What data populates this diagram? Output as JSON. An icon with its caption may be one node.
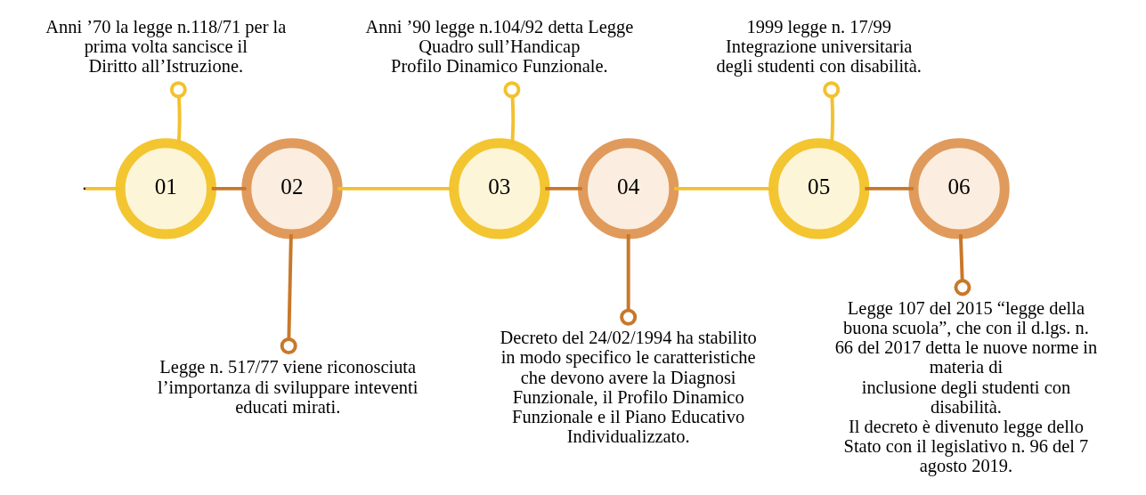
{
  "diagram": {
    "nodes": [
      {
        "text": [
          "01"
        ]
      },
      {
        "text": [
          "02"
        ]
      },
      {
        "text": [
          "03"
        ]
      },
      {
        "text": [
          "04"
        ]
      },
      {
        "text": [
          "05"
        ]
      },
      {
        "text": [
          "06"
        ]
      },
      {
        "text": [
          "Anni ’70 la legge n.118/71 per la prima volta sancisce il",
          "Diritto all’Istruzione."
        ]
      },
      {
        "text": [
          "Legge n. 517/77 viene riconosciuta l’importanza di sviluppare inteventi educati mirati."
        ]
      },
      {
        "text": [
          "Anni ’90 legge n.104/92 detta Legge Quadro sull’Handicap",
          "Profilo Dinamico Funzionale."
        ]
      },
      {
        "text": [
          "Decreto del 24/02/1994 ha stabilito in modo specifico le caratteristiche che devono avere la Diagnosi Funzionale, il Profilo Dinamico Funzionale e il Piano Educativo Individualizzato."
        ]
      },
      {
        "text": [
          "1999 legge n. 17/99",
          "Integrazione universitaria",
          "degli studenti con disabilità."
        ]
      },
      {
        "text": [
          "Legge 107 del 2015 “legge della buona scuola”, che con il d.lgs. n. 66 del 2017 detta le nuove norme in materia di",
          "inclusione degli studenti con disabilità.",
          "Il decreto è divenuto legge dello Stato con il legislativo n. 96 del 7 agosto 2019."
        ]
      }
    ],
    "edges": [
      {
        "from": null,
        "to": 0,
        "arrow": "none",
        "color": "#f2c12e"
      },
      {
        "from": 0,
        "to": 1,
        "arrow": "none",
        "color": "#c8782a"
      },
      {
        "from": 1,
        "to": 2,
        "arrow": "none",
        "color": "#f2c12e"
      },
      {
        "from": 2,
        "to": 3,
        "arrow": "none",
        "color": "#c8782a"
      },
      {
        "from": 3,
        "to": 4,
        "arrow": "none",
        "color": "#f2c12e"
      },
      {
        "from": 4,
        "to": 5,
        "arrow": "none",
        "color": "#c8782a"
      },
      {
        "from": 0,
        "to": 6,
        "arrow": "other",
        "color": "#f2c12e"
      },
      {
        "from": 1,
        "to": 7,
        "arrow": "other",
        "color": "#c8782a"
      },
      {
        "from": 2,
        "to": 8,
        "arrow": "other",
        "color": "#f2c12e"
      },
      {
        "from": 3,
        "to": 9,
        "arrow": "other",
        "color": "#c8782a"
      },
      {
        "from": 4,
        "to": 10,
        "arrow": "other",
        "color": "#f2c12e"
      },
      {
        "from": 5,
        "to": 11,
        "arrow": "other",
        "color": "#c8782a"
      }
    ]
  }
}
